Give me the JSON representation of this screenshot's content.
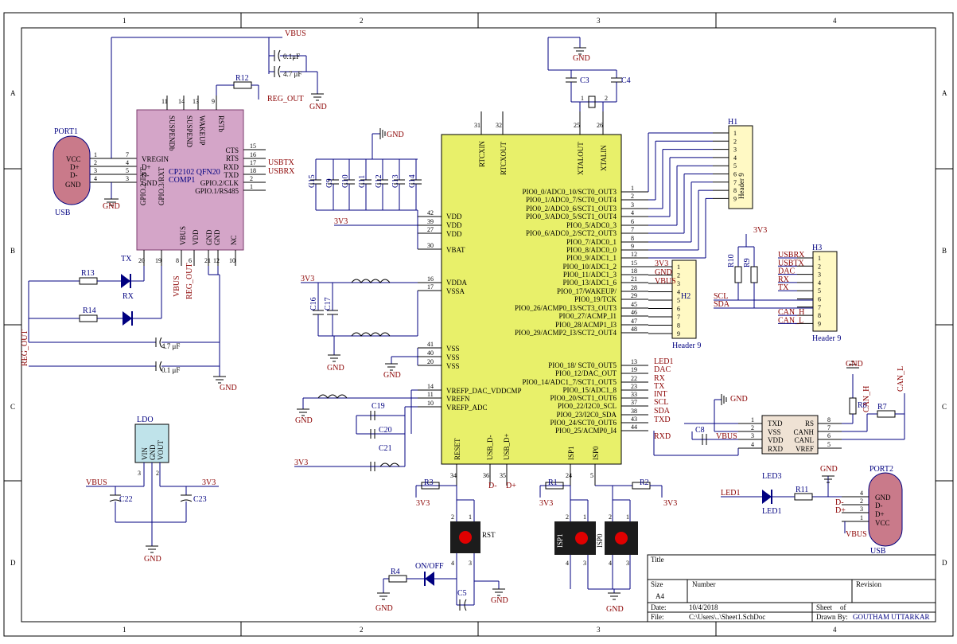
{
  "frame": {
    "columns": [
      "1",
      "2",
      "3",
      "4"
    ],
    "rows": [
      "A",
      "B",
      "C",
      "D"
    ]
  },
  "title_block": {
    "title_label": "Title",
    "size_label": "Size",
    "size_value": "A4",
    "number_label": "Number",
    "revision_label": "Revision",
    "date_label": "Date:",
    "date_value": "10/4/2018",
    "sheet_label": "Sheet",
    "of_label": "of",
    "file_label": "File:",
    "file_value": "C:\\Users\\..\\Sheet1.SchDoc",
    "drawn_label": "Drawn By:",
    "drawn_value": "GOUTHAM UTTARKAR"
  },
  "power": {
    "vbus": "VBUS",
    "gnd": "GND",
    "v33": "3V3",
    "reg_out": "REG_OUT"
  },
  "components": {
    "port1": {
      "name": "PORT1",
      "type": "USB",
      "pins": [
        "VCC",
        "D+",
        "D-",
        "GND"
      ]
    },
    "port2": {
      "name": "PORT2",
      "type": "USB",
      "pins": [
        "GND",
        "D-",
        "D+",
        "VCC"
      ]
    },
    "cp2102": {
      "name": "CP2102 QFN20",
      "desig": "COMP1",
      "left_pins": [
        "VREGIN",
        "D+",
        "D-",
        "GND"
      ],
      "right_pins": [
        "CTS",
        "RTS",
        "RXD",
        "TXD",
        "GPIO.2/CLK",
        "GPIO.1/RS485"
      ],
      "top_pins": [
        "SUSPENDb",
        "SUSPEND",
        "WAKEUP",
        "RSTb"
      ],
      "bottom_pins": [
        "GPIO.2/TXT",
        "GPIO.3/RXT",
        "VBUS",
        "VDD",
        "GND",
        "GND",
        "NC"
      ]
    },
    "mcu": {
      "top_pins": [
        "RTCXIN",
        "RTCXOUT",
        "XTALOUT",
        "XTALIN"
      ],
      "left_pins": [
        "VDD",
        "VDD",
        "VDD",
        "VBAT",
        "VDDA",
        "VSSA",
        "VSS",
        "VSS",
        "VSS",
        "VREFP_DAC_VDDCMP",
        "VREFN",
        "VREFP_ADC"
      ],
      "right_pins": [
        "PIO0_0/ADC0_10/SCT0_OUT3",
        "PIO0_1/ADC0_7/SCT0_OUT4",
        "PIO0_2/ADC0_6/SCT1_OUT3",
        "PIO0_3/ADC0_5/SCT1_OUT4",
        "PIO0_5/ADC0_3",
        "PIO0_6/ADC0_2/SCT2_OUT3",
        "PIO0_7/ADC0_1",
        "PIO0_8/ADC0_0",
        "PIO0_9/ADC1_1",
        "PIO0_10/ADC1_2",
        "PIO0_11/ADC1_3",
        "PIO0_13/ADC1_6",
        "PIO0_17/WAKEUP/",
        "PIO0_19/TCK",
        "PIO0_26/ACMP0_I3/SCT3_OUT3",
        "PIO0_27/ACMP_I1",
        "PIO0_28/ACMP1_I3",
        "PIO0_29/ACMP2_I3/SCT2_OUT4",
        "PIO0_18/ SCT0_OUT5",
        "PIO0_12/DAC_OUT",
        "PIO0_14/ADC1_7/SCT1_OUT5",
        "PIO0_15/ADC1_8",
        "PIO0_20/SCT1_OUT6",
        "PIO0_22/I2C0_SCL",
        "PIO0_23/I2C0_SDA",
        "PIO0_24/SCT0_OUT6",
        "PIO0_25/ACMP0_I4"
      ],
      "bottom_pins": [
        "RESET",
        "USB_D-",
        "USB_D+",
        "ISP1",
        "ISP0"
      ]
    },
    "can_tx": {
      "left_pins": [
        "TXD",
        "VSS",
        "VDD",
        "RXD"
      ],
      "right_pins": [
        "RS",
        "CANH",
        "CANL",
        "VREF"
      ]
    },
    "ldo": {
      "name": "LDO",
      "pins": [
        "VIN",
        "GND",
        "VOUT"
      ]
    },
    "h1": {
      "name": "H1",
      "type": "Header 9"
    },
    "h2": {
      "name": "H2",
      "type": "Header 9"
    },
    "h3": {
      "name": "H3",
      "type": "Header 9",
      "nets": [
        "USBRX",
        "USBTX",
        "DAC",
        "RX",
        "TX",
        "SCL",
        "SDA",
        "CAN_H",
        "CAN_L"
      ]
    },
    "buttons": {
      "rst": "RST",
      "isp1": "ISP1",
      "isp0": "ISP0"
    },
    "leds": {
      "tx": "TX",
      "rx": "RX",
      "onoff": "ON/OFF",
      "led3": "LED3",
      "led1": "LED1"
    }
  },
  "caps": {
    "c1_val": "0.1μF",
    "c2_val": "4.7 μF",
    "c47": "4.7 μF",
    "c01": "0.1 μF"
  }
}
